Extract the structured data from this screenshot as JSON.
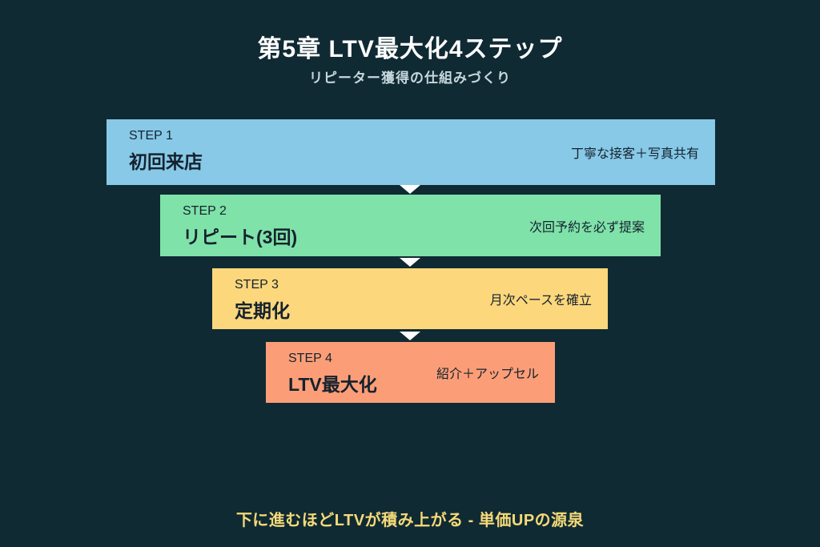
{
  "page": {
    "title": "第5章 LTV最大化4ステップ",
    "subtitle": "リピーター獲得の仕組みづくり",
    "footer": "下に進むほどLTVが積み上がる - 単価UPの源泉"
  },
  "colors": {
    "background": "#102a33",
    "title_text": "#ffffff",
    "subtitle_text": "#c6d7dd",
    "footer_text": "#f5da79",
    "box_text": "#15222e",
    "arrow": "#ffffff",
    "step1": "#87c9e7",
    "step2": "#7fe2a9",
    "step3": "#fdd77c",
    "step4": "#fb9e77"
  },
  "steps": [
    {
      "num": "STEP 1",
      "label": "初回来店",
      "note": "丁寧な接客＋写真共有",
      "color": "#87c9e7"
    },
    {
      "num": "STEP 2",
      "label": "リピート(3回)",
      "note": "次回予約を必ず提案",
      "color": "#7fe2a9"
    },
    {
      "num": "STEP 3",
      "label": "定期化",
      "note": "月次ペースを確立",
      "color": "#fdd77c"
    },
    {
      "num": "STEP 4",
      "label": "LTV最大化",
      "note": "紹介＋アップセル",
      "color": "#fb9e77"
    }
  ]
}
